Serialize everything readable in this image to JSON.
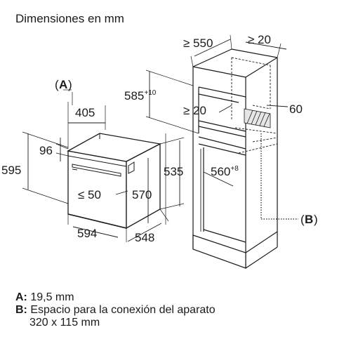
{
  "title": "Dimensiones en mm",
  "callouts": {
    "A": "A",
    "B": "B"
  },
  "dimensions": {
    "cab_depth": "≥ 550",
    "cab_gap_top": "≥ 20",
    "upper_height_base": "585",
    "upper_height_tol": "+10",
    "inner_gap": "≥ 20",
    "vent_depth": "60",
    "niche_height_base": "560",
    "niche_height_tol": "+8",
    "oven_depth": "405",
    "panel_height": "96",
    "oven_height": "595",
    "oven_clear": "≤ 50",
    "oven_front_height": "570",
    "oven_body_height": "535",
    "oven_width": "594",
    "oven_body_width": "548"
  },
  "legend": [
    {
      "key": "A:",
      "text": "19,5 mm"
    },
    {
      "key": "B:",
      "text": "Espacio para la conexión del aparato",
      "text2": "320 x 115 mm"
    }
  ]
}
